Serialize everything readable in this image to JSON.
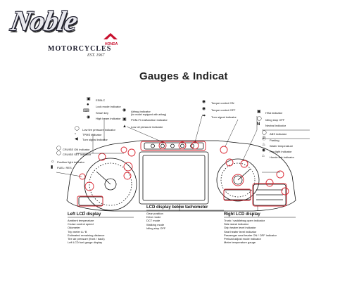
{
  "logo": {
    "word": "Noble",
    "subtitle": "MOTORCYCLES",
    "est": "EST. 1967",
    "brand": "HONDA"
  },
  "title": "Gauges & Indicat",
  "icons": {
    "esblc": "lock-icon",
    "headlight": "headlight-icon",
    "battery": "battery-icon",
    "torque": "torque-icon",
    "engine": "engine-icon",
    "oil": "oil-can-icon",
    "arrow": "arrow-icon",
    "abs": "abs-icon",
    "fuel": "fuel-pump-icon"
  },
  "top_left_labels": [
    "ESBLC",
    "Lock mode indicator",
    "Smart key",
    "High beam indicator"
  ],
  "mid_left_labels": [
    "Low tire pressure indicator",
    "TPMS indicator",
    "Turn signal indicator"
  ],
  "cruise_labels": [
    "CRUISE ON indicator",
    "CRUISE SET indicator"
  ],
  "bottom_left_labels": [
    "Position light indicator",
    "FUEL: RES"
  ],
  "center_labels": {
    "airbag": "Airbag indicator",
    "airbag_note": "(for model equipped with airbag)",
    "pgm": "PGM-FI malfunction indicator",
    "oil": "Low oil pressure indicator"
  },
  "torque_labels": [
    "Torque control ON",
    "Torque control OFF",
    "Turn signal indicator"
  ],
  "right_labels": [
    "HSA indicator",
    "Idling stop OFF",
    "Neutral indicator",
    "ABS indicator",
    "Parking",
    "Water temperature",
    "Fog light indicator",
    "Homie link indicator"
  ],
  "left_lcd": {
    "title": "Left LCD display",
    "items": [
      "Ambient temperature",
      "Cruise control speed",
      "Odometer",
      "Trip meter A / B",
      "Estimated remaining distance",
      "Tire air pressure (front / back)",
      "Left LCD fuel gauge display"
    ]
  },
  "center_lcd": {
    "title": "LCD display below tachometer",
    "items": [
      "Gear position",
      "Drive mode",
      "DCT mode",
      "Walking mode",
      "Idling stop OFF"
    ]
  },
  "right_lcd": {
    "title": "Right LCD display",
    "items": [
      "Trunk / saddlebag open indicator",
      "Side stand indicator",
      "Grip heater level indicator",
      "Seat heater level indicator",
      "Passenger seat heater ON / OFF indicator",
      "Preload adjust mode indicator",
      "Meter temperature gauge"
    ]
  },
  "colors": {
    "accent": "#d9232e",
    "ink": "#111111",
    "logo_ink": "#1a1a2a"
  }
}
